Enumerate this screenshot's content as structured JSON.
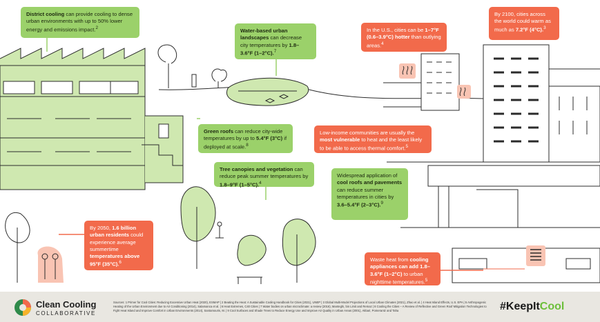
{
  "callouts": {
    "district_cooling": {
      "bold": "District cooling",
      "text": " can provide cooling to dense urban environments with up to 50% lower energy and emissions impact.",
      "ref": "2"
    },
    "water_landscapes": {
      "bold": "Water-based urban landscapes",
      "text": " can decrease city temperatures by ",
      "bold2": "1.8–3.6°F (1–2°C).",
      "ref": "7"
    },
    "us_cities": {
      "text": "In the U.S., cities can be ",
      "bold": "1–7°F (0.6–3.9°C) hotter",
      "text2": " than outlying areas.",
      "ref": "4"
    },
    "by_2100": {
      "text": "By 2100, cities across the world could warm as much as ",
      "bold": "7.2°F (4°C).",
      "ref": "3"
    },
    "green_roofs": {
      "bold": "Green roofs",
      "text": " can reduce city-wide temperatures by up to ",
      "bold2": "5.4°F (3°C)",
      "text2": " if deployed at scale.",
      "ref": "8"
    },
    "low_income": {
      "text": "Low-income communities are usually the ",
      "bold": "most vulnerable",
      "text2": " to heat and the least likely to be able to access thermal comfort.",
      "ref": "5"
    },
    "tree_canopies": {
      "bold": "Tree canopies and vegetation",
      "text": " can reduce peak summer temperatures by ",
      "bold2": "1.8–9°F (1–5°C).",
      "ref": "4"
    },
    "cool_roofs": {
      "text": "Widespread application of ",
      "bold": "cool roofs and pavements",
      "text2": " can reduce summer temperatures in cities by ",
      "bold2": "3.6–5.4°F (2–3°C).",
      "ref": "9"
    },
    "by_2050": {
      "text": "By 2050, ",
      "bold": "1.6 billion urban residents",
      "text2": " could experience average summertime ",
      "bold2": "temperatures above 95°F (35°C).",
      "ref": "6"
    },
    "waste_heat": {
      "text": "Waste heat from ",
      "bold": "cooling appliances can add 1.8–3.6°F (1–2°C)",
      "text2": " to urban nighttime temperatures.",
      "ref": "5"
    }
  },
  "footer": {
    "brand_name": "Clean Cooling",
    "brand_sub": "COLLABORATIVE",
    "hashtag_prefix": "#KeepIt",
    "hashtag_accent": "Cool",
    "sources": "Sources: 1 Primer for Cool Cities: Reducing Excessive Urban Heat (2020), ESMAP | 2 Beating the Heat: A Sustainable Cooling Handbook for Cities (2021), UNEP | 3 Global Multi-Model Projections of Local Urban Climates (2021), Zhao et al. | 4 Heat Island Effects, U.S. EPA | 5 Anthropogenic Heating of the Urban Environment due to Air Conditioning (2014), Salamanca et al. | 6 Heat Extremes, C40 Cities | 7 Water bodies on urban microclimate: a review (2016), Manteghi, bin Limit and Remaz | 8 Cooling the Cities – A Review of Reflective and Green Roof Mitigation Technologies to Fight Heat Island and Improve Comfort in Urban Environments (2014), Santamouris, M. | 9 Cool Surfaces and Shade Trees to Reduce Energy Use and Improve Air Quality in Urban Areas (2001), Akbari, Pomerantz and Taha"
  },
  "colors": {
    "green": "#9bd16a",
    "orange": "#f26a4b",
    "light_green": "#cfe8b0",
    "light_orange": "#f9c4b3",
    "line": "#2b2b2b"
  }
}
